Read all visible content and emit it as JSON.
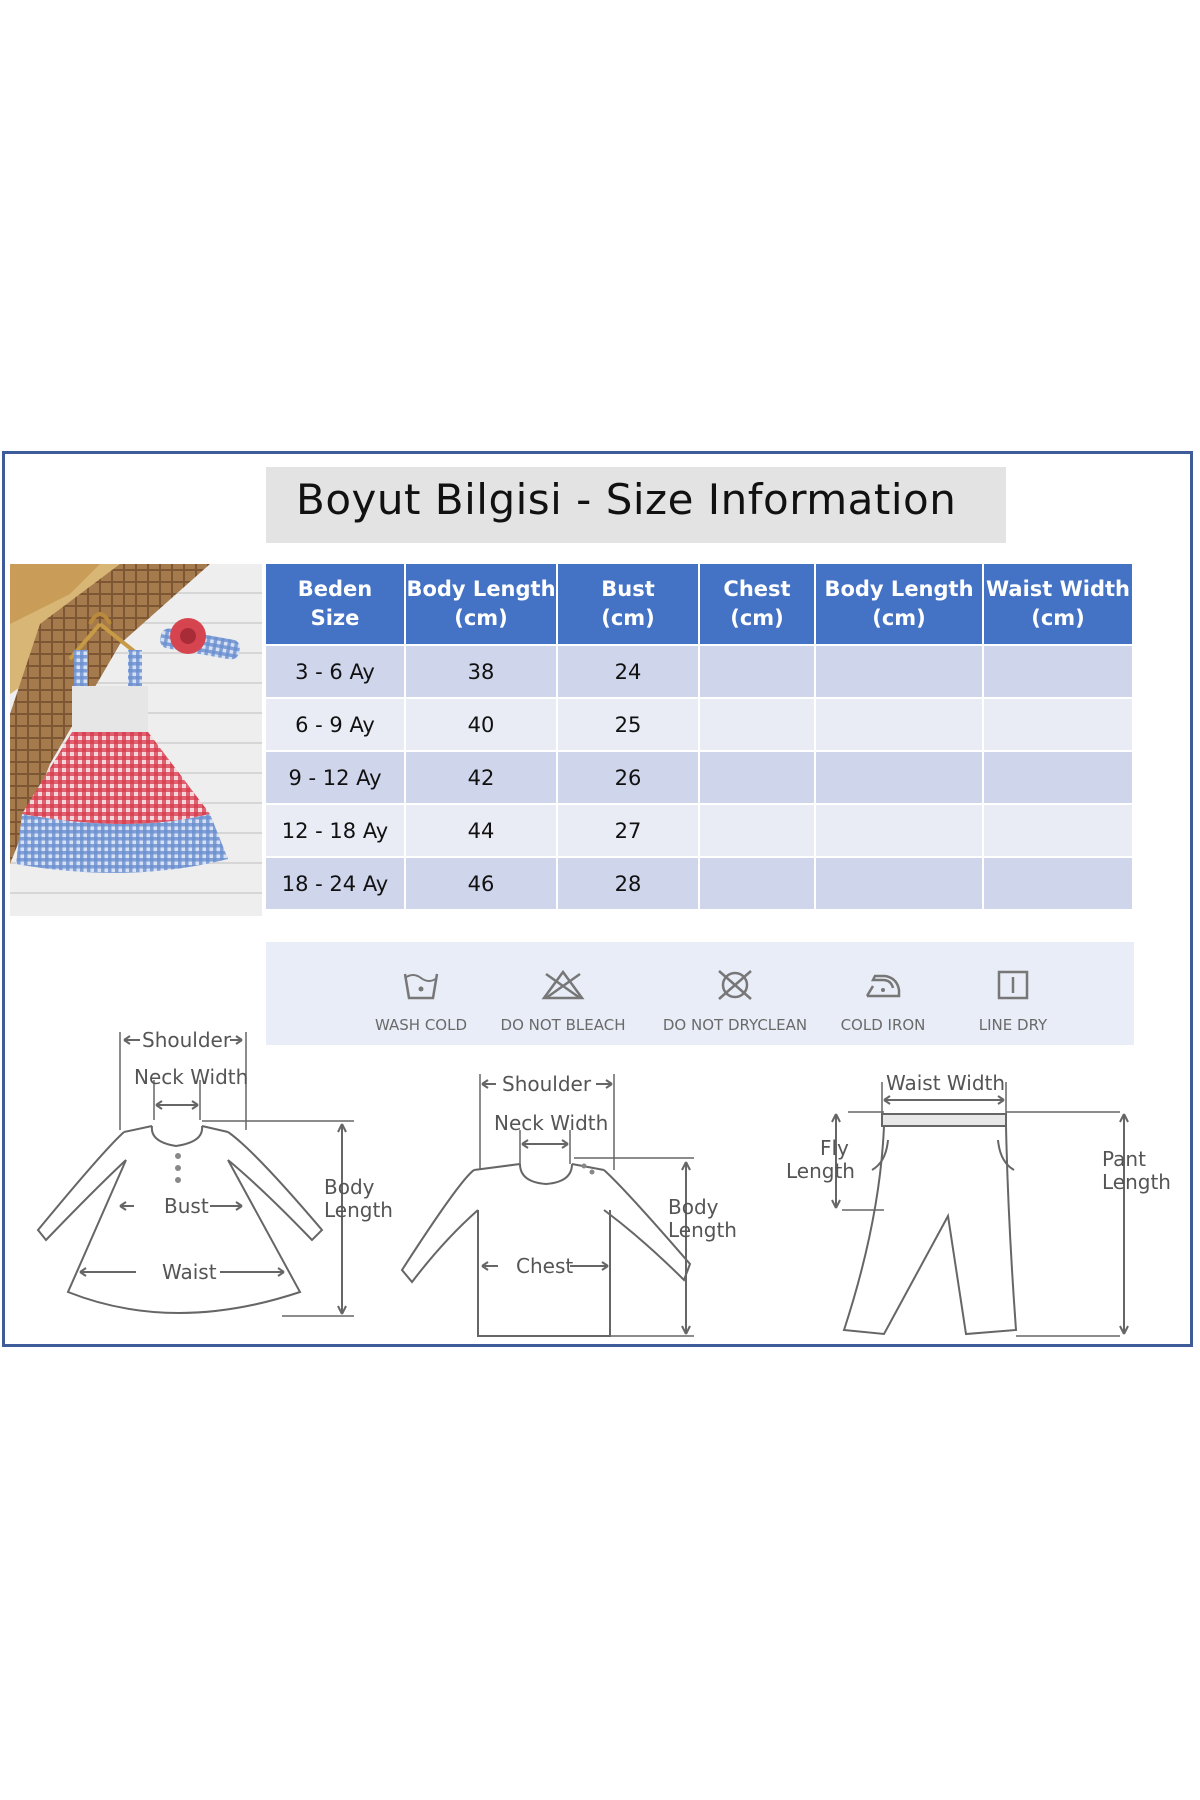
{
  "title": "Boyut Bilgisi - Size Information",
  "table": {
    "headers": [
      {
        "line1": "Beden",
        "line2": "Size"
      },
      {
        "line1": "Body Length",
        "line2": "(cm)"
      },
      {
        "line1": "Bust",
        "line2": "(cm)"
      },
      {
        "line1": "Chest",
        "line2": "(cm)"
      },
      {
        "line1": "Body Length",
        "line2": "(cm)"
      },
      {
        "line1": "Waist Width",
        "line2": "(cm)"
      }
    ],
    "rows": [
      [
        "3 - 6 Ay",
        "38",
        "24",
        "",
        "",
        ""
      ],
      [
        "6 - 9 Ay",
        "40",
        "25",
        "",
        "",
        ""
      ],
      [
        "9 - 12 Ay",
        "42",
        "26",
        "",
        "",
        ""
      ],
      [
        "12 - 18 Ay",
        "44",
        "27",
        "",
        "",
        ""
      ],
      [
        "18 - 24 Ay",
        "46",
        "28",
        "",
        "",
        ""
      ]
    ]
  },
  "care": [
    {
      "label": "WASH COLD",
      "icon": "wash-cold-icon"
    },
    {
      "label": "DO NOT BLEACH",
      "icon": "do-not-bleach-icon"
    },
    {
      "label": "DO NOT DRYCLEAN",
      "icon": "do-not-dryclean-icon"
    },
    {
      "label": "COLD IRON",
      "icon": "cold-iron-icon"
    },
    {
      "label": "LINE DRY",
      "icon": "line-dry-icon"
    }
  ],
  "diagrams": {
    "dress": {
      "shoulder": "Shoulder",
      "neck_width": "Neck Width",
      "bust": "Bust",
      "waist": "Waist",
      "body_length_1": "Body",
      "body_length_2": "Length"
    },
    "shirt": {
      "shoulder": "Shoulder",
      "neck_width": "Neck Width",
      "chest": "Chest",
      "body_length_1": "Body",
      "body_length_2": "Length"
    },
    "pants": {
      "waist_width": "Waist Width",
      "fly_length_1": "Fly",
      "fly_length_2": "Length",
      "pant_length_1": "Pant",
      "pant_length_2": "Length"
    }
  },
  "colors": {
    "header_blue": "#4472c4",
    "row_dark": "#cfd5ea",
    "row_light": "#e9ebf5",
    "frame": "#3f5c9a"
  }
}
